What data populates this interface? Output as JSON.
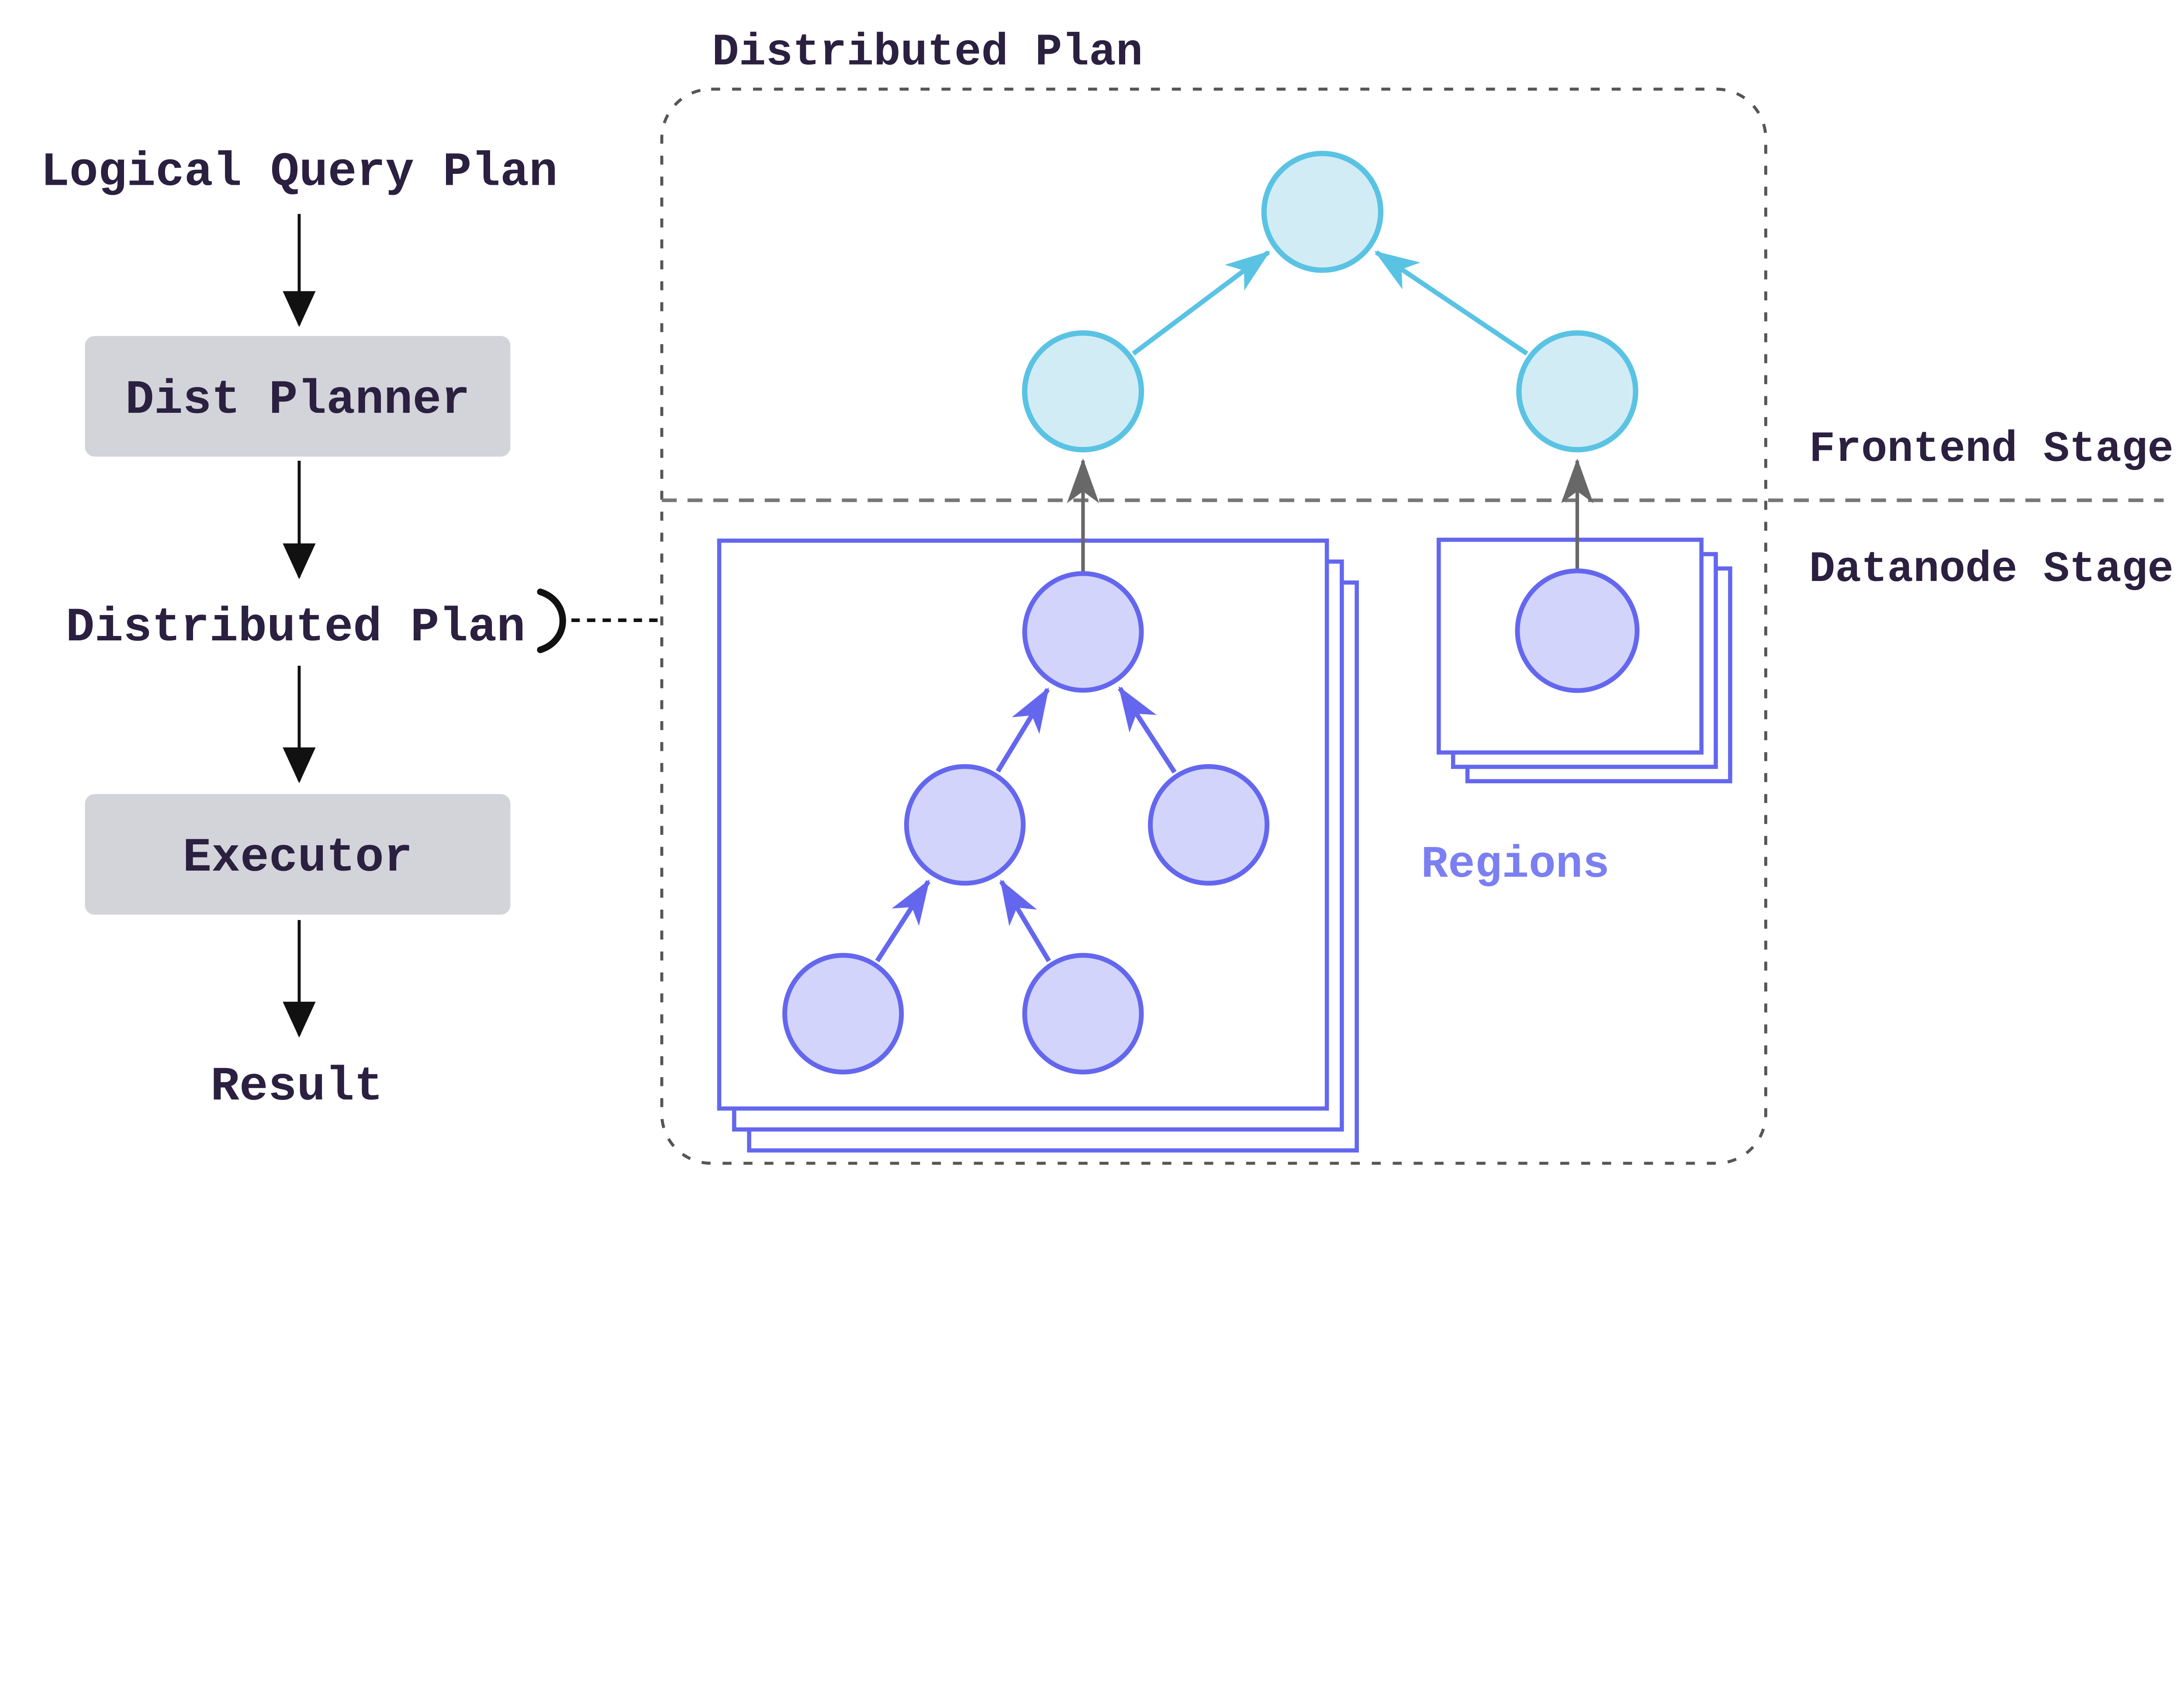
{
  "left_flow": {
    "logical_query_plan": "Logical Query Plan",
    "dist_planner": "Dist Planner",
    "distributed_plan": "Distributed Plan",
    "executor": "Executor",
    "result": "Result"
  },
  "panel": {
    "title": "Distributed Plan",
    "frontend_stage": "Frontend Stage",
    "datanode_stage": "Datanode Stage",
    "regions": "Regions"
  },
  "colors": {
    "text": "#2b2040",
    "purple_stroke": "#6467ee",
    "purple_fill": "#d2d4fb",
    "cyan_stroke": "#5ac3e4",
    "cyan_fill": "#d2ecf6",
    "gray_box_fill": "#d3d3da",
    "connector_gray": "#686868",
    "separator_gray": "#777777",
    "container_dash_gray": "#555555",
    "regions_text": "#7b7ff2",
    "arrow_black": "#111111"
  }
}
